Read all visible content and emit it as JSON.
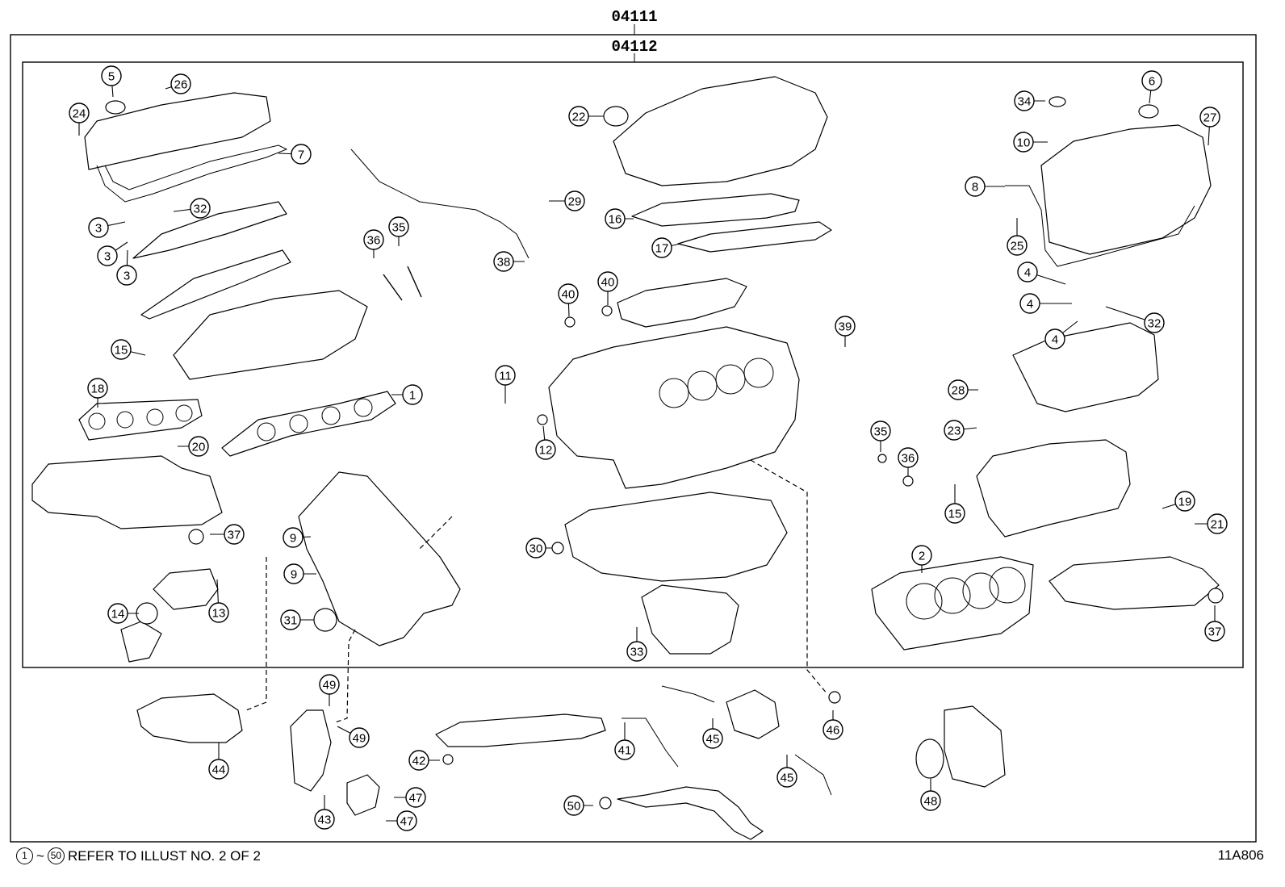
{
  "header": {
    "assembly_code": "04111",
    "sub_assembly_code": "04112"
  },
  "footer": {
    "range_start": "1",
    "range_sep": "~",
    "range_end": "50",
    "note_text": "REFER TO ILLUST NO. 2 OF 2",
    "illustration_code": "11A806"
  },
  "callouts": {
    "c1": "1",
    "c2": "2",
    "c3a": "3",
    "c3b": "3",
    "c3c": "3",
    "c4a": "4",
    "c4b": "4",
    "c4c": "4",
    "c5": "5",
    "c6": "6",
    "c7": "7",
    "c8": "8",
    "c9a": "9",
    "c9b": "9",
    "c10": "10",
    "c11": "11",
    "c12": "12",
    "c13": "13",
    "c14": "14",
    "c15a": "15",
    "c15b": "15",
    "c16": "16",
    "c17": "17",
    "c18": "18",
    "c19": "19",
    "c20": "20",
    "c21": "21",
    "c22": "22",
    "c23": "23",
    "c24": "24",
    "c25": "25",
    "c26": "26",
    "c27": "27",
    "c28": "28",
    "c29": "29",
    "c30": "30",
    "c31": "31",
    "c32a": "32",
    "c32b": "32",
    "c33": "33",
    "c34": "34",
    "c35a": "35",
    "c35b": "35",
    "c36a": "36",
    "c36b": "36",
    "c37a": "37",
    "c37b": "37",
    "c38": "38",
    "c39": "39",
    "c40a": "40",
    "c40b": "40",
    "c41": "41",
    "c42": "42",
    "c43": "43",
    "c44": "44",
    "c45a": "45",
    "c45b": "45",
    "c46": "46",
    "c47a": "47",
    "c47b": "47",
    "c48": "48",
    "c49a": "49",
    "c49b": "49",
    "c50": "50"
  }
}
